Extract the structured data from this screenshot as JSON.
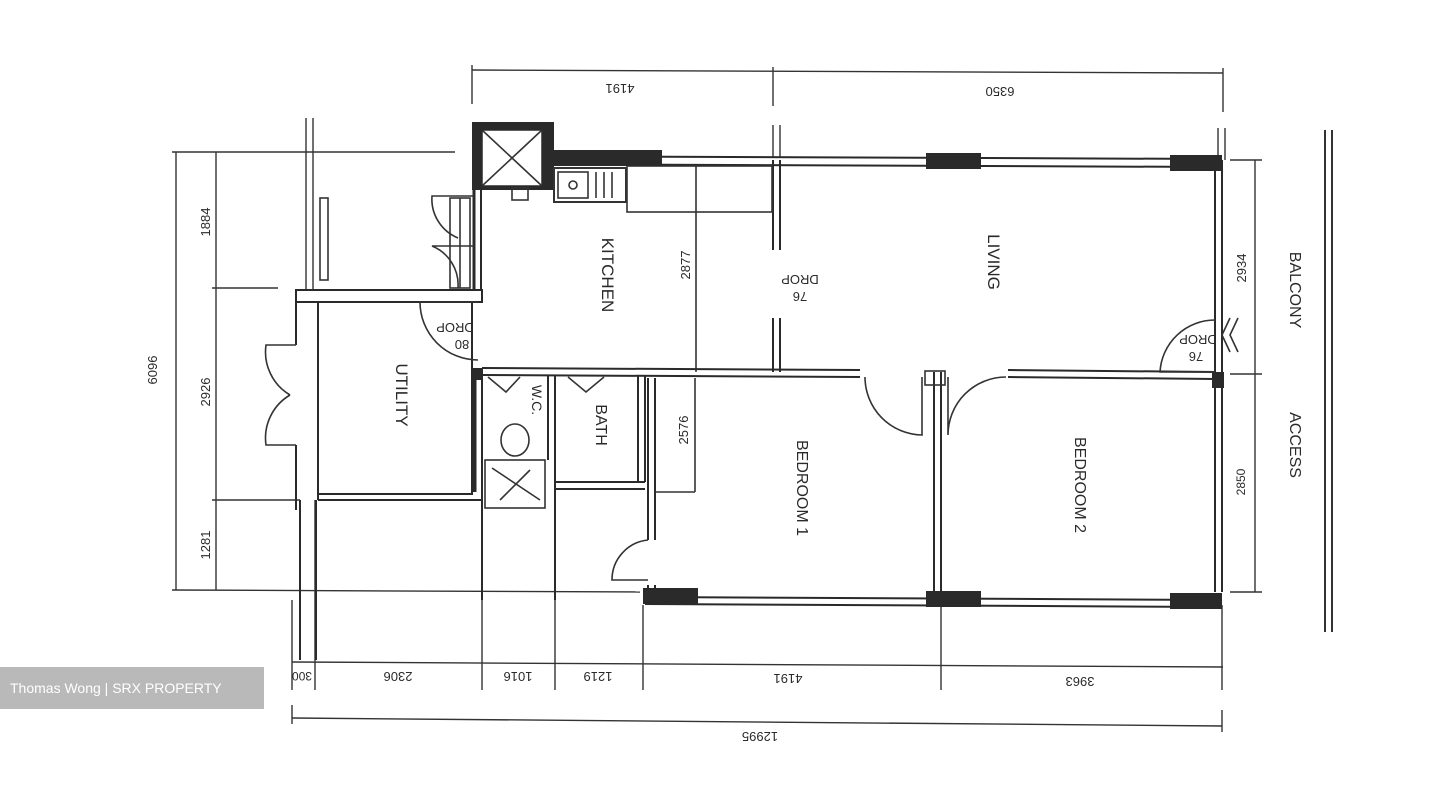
{
  "rooms": {
    "kitchen": "KITCHEN",
    "living": "LIVING",
    "utility": "UTILITY",
    "wc": "W.C.",
    "bath": "BATH",
    "bedroom1": "BEDROOM 1",
    "bedroom2": "BEDROOM 2",
    "balcony": "BALCONY",
    "access": "ACCESS"
  },
  "drops": {
    "kitchen_drop": "80",
    "living_drop": "76",
    "balcony_drop": "76",
    "drop_label": "DROP"
  },
  "dimensions": {
    "top_left": "4191",
    "top_right": "6350",
    "left_overall": "6096",
    "left_1": "1884",
    "left_2": "2926",
    "left_3": "1281",
    "bottom_1": "300",
    "bottom_2": "2306",
    "bottom_3": "1016",
    "bottom_4": "1219",
    "bottom_5": "4191",
    "bottom_6": "3963",
    "bottom_overall": "12995",
    "kitchen_depth": "2877",
    "bedroom1_depth": "2576",
    "right_upper": "2934",
    "right_lower": "2850"
  },
  "watermark": "Thomas Wong | SRX PROPERTY"
}
